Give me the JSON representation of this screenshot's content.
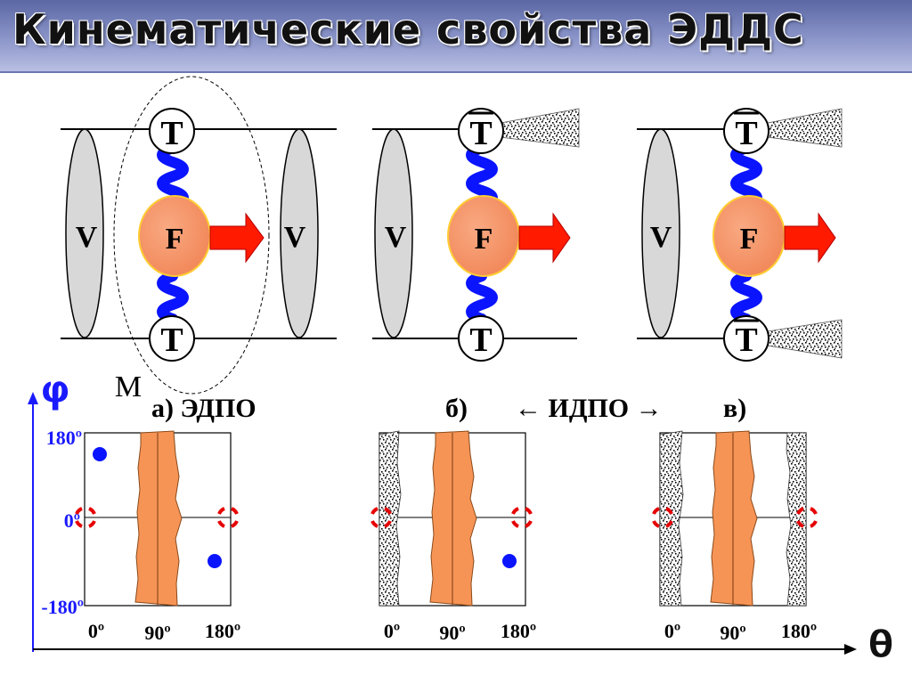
{
  "title": "Кинематические свойства ЭДДС",
  "diagram": {
    "labels": {
      "T": "T",
      "F": "F",
      "V": "V",
      "M": "M"
    },
    "axes": {
      "phi": "φ",
      "theta": "θ"
    },
    "y_ticks": [
      "180º",
      "0º",
      "-180º"
    ],
    "x_ticks": [
      "0º",
      "90º",
      "180º"
    ],
    "panel_labels": {
      "a": "а) ЭДПО",
      "b": "б)",
      "v": "в)",
      "idpo": "← ИДПО →"
    },
    "colors": {
      "ellipse_fill": "#d8d8d8",
      "nucleus": "#f6956a",
      "nucleus_border": "#ffcc33",
      "spring": "#0a14ff",
      "arrow": "#ff1a00",
      "band": "#f69456",
      "axis": "#1a1aff",
      "dot": "#0a14ff",
      "red_mark": "#e60000"
    }
  }
}
